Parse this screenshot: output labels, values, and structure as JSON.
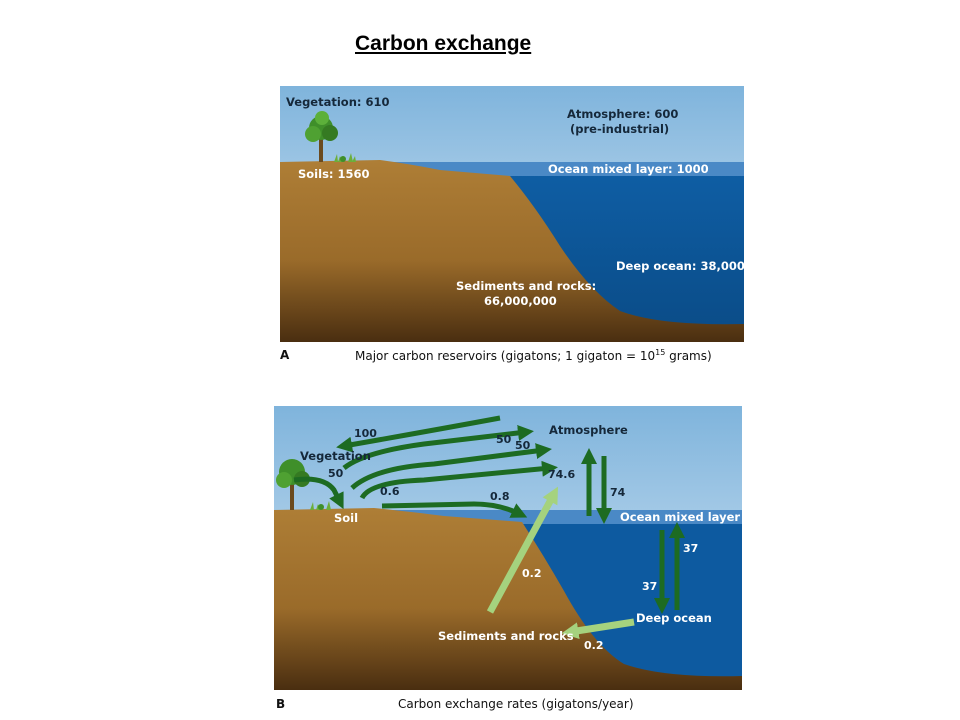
{
  "title": "Carbon exchange",
  "panel_a": {
    "letter": "A",
    "caption_prefix": "Major carbon reservoirs (gigatons; 1 gigaton = 10",
    "caption_sup": "15",
    "caption_suffix": " grams)",
    "labels": {
      "vegetation": "Vegetation: 610",
      "atmosphere_1": "Atmosphere: 600",
      "atmosphere_2": "(pre-industrial)",
      "soils": "Soils: 1560",
      "ocean_mixed": "Ocean mixed layer: 1000",
      "deep_ocean": "Deep ocean: 38,000",
      "sediments_1": "Sediments and rocks:",
      "sediments_2": "66,000,000"
    }
  },
  "panel_b": {
    "letter": "B",
    "caption": "Carbon exchange rates (gigatons/year)",
    "labels": {
      "atmosphere": "Atmosphere",
      "vegetation": "Vegetation",
      "soil": "Soil",
      "ocean_mixed": "Ocean mixed layer",
      "deep_ocean": "Deep ocean",
      "sediments": "Sediments and rocks"
    },
    "flows": {
      "atm_to_veg": "100",
      "veg_to_atm": "50",
      "soil_to_atm": "50",
      "veg_to_soil": "50",
      "soil_to_atm_small": "0.6",
      "soil_to_ocean": "0.8",
      "ocean_to_atm": "74.6",
      "atm_to_ocean": "74",
      "deep_to_mixed": "37",
      "mixed_to_deep": "37",
      "sediments_to_atm": "0.2",
      "deep_to_sediments": "0.2"
    }
  },
  "colors": {
    "sky_top": "#7fb4dc",
    "sky_bottom": "#d7e8f5",
    "ocean": "#0d5aa0",
    "mixed_layer": "#4a89c6",
    "land": "#a7772f",
    "land_dark": "#5a3a14",
    "arrow_green": "#1d6b22",
    "arrow_light": "#a5d27e"
  }
}
